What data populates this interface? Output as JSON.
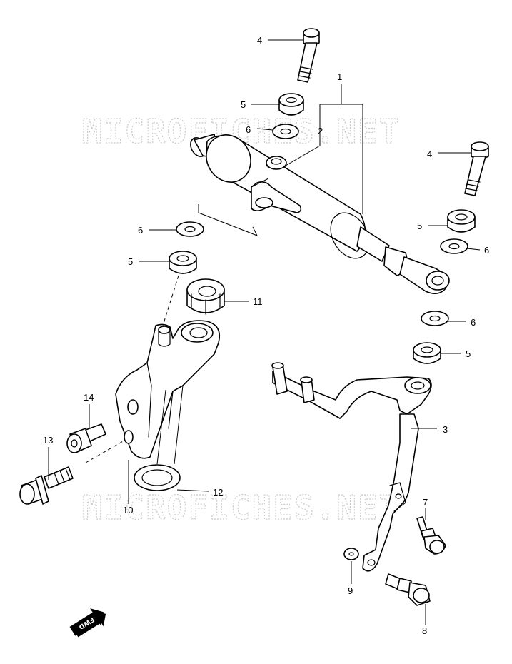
{
  "watermark": {
    "text": "MICROFICHES.NET"
  },
  "fwd_label": "FWD",
  "callouts": {
    "p1": "1",
    "p2": "2",
    "p3": "3",
    "p4a": "4",
    "p4b": "4",
    "p5a": "5",
    "p5b": "5",
    "p5c": "5",
    "p5d": "5",
    "p6a": "6",
    "p6b": "6",
    "p6c": "6",
    "p6d": "6",
    "p7": "7",
    "p8": "8",
    "p9": "9",
    "p10": "10",
    "p11": "11",
    "p12": "12",
    "p13": "13",
    "p14": "14"
  }
}
